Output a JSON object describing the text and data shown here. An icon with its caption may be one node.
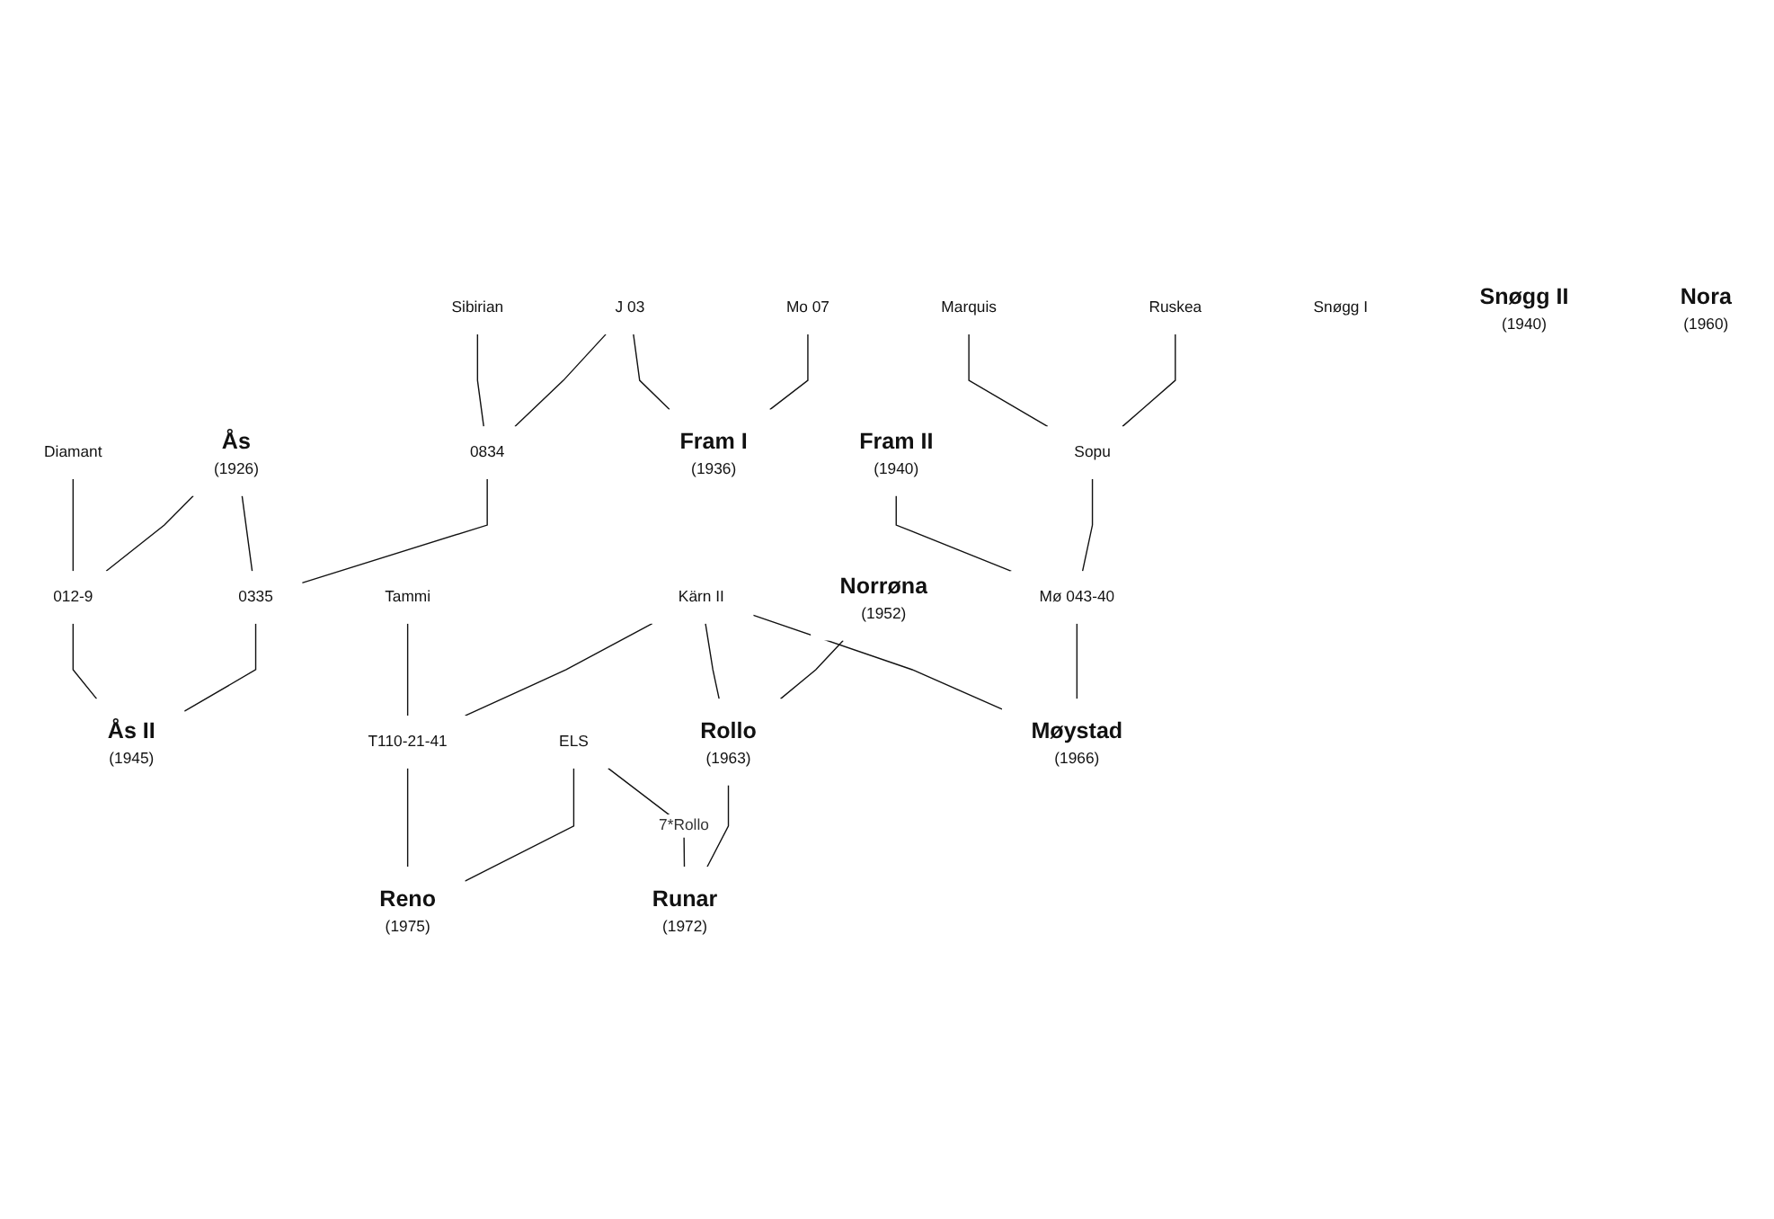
{
  "diagram": {
    "nodes": [
      {
        "text": [
          "Sibirian"
        ]
      },
      {
        "text": [
          "J 03"
        ]
      },
      {
        "text": [
          "Mo 07"
        ]
      },
      {
        "text": [
          "Marquis"
        ]
      },
      {
        "text": [
          "Ruskea"
        ]
      },
      {
        "text": [
          "Diamant"
        ]
      },
      {
        "text": [
          "Ås",
          "(1926)"
        ]
      },
      {
        "text": [
          "0834"
        ]
      },
      {
        "text": [
          "Fram I",
          "(1936)"
        ]
      },
      {
        "text": [
          "Fram II",
          "(1940)"
        ]
      },
      {
        "text": [
          "Sopu"
        ]
      },
      {
        "text": [
          "012-9"
        ]
      },
      {
        "text": [
          "0335"
        ]
      },
      {
        "text": [
          "Snøgg I"
        ]
      },
      {
        "text": [
          "Ås II",
          "(1945)"
        ]
      },
      {
        "text": [
          "Snøgg II",
          "(1940)"
        ]
      },
      {
        "text": [
          "Mø 043-40"
        ]
      },
      {
        "text": [
          "Tammi"
        ]
      },
      {
        "text": [
          "Kärn II"
        ]
      },
      {
        "text": [
          "Norrøna",
          "(1952)"
        ]
      },
      {
        "text": [
          "Nora",
          "(1960)"
        ]
      },
      {
        "text": [
          "T110-21-41"
        ]
      },
      {
        "text": [
          "ELS"
        ]
      },
      {
        "text": [
          "Rollo",
          "(1963)"
        ]
      },
      {
        "text": [
          "Møystad",
          "(1966)"
        ]
      },
      {
        "text": [
          "Reno",
          "(1975)"
        ]
      },
      {
        "text": [
          "Runar",
          "(1972)"
        ]
      }
    ],
    "edges": [
      {
        "from": 0,
        "to": 7,
        "arrow": "none"
      },
      {
        "from": 1,
        "to": 7,
        "arrow": "none"
      },
      {
        "from": 1,
        "to": 8,
        "arrow": "none"
      },
      {
        "from": 2,
        "to": 8,
        "arrow": "none"
      },
      {
        "from": 3,
        "to": 10,
        "arrow": "none"
      },
      {
        "from": 4,
        "to": 10,
        "arrow": "none"
      },
      {
        "from": 5,
        "to": 11,
        "arrow": "none"
      },
      {
        "from": 6,
        "to": 11,
        "arrow": "none"
      },
      {
        "from": 6,
        "to": 12,
        "arrow": "none"
      },
      {
        "from": 7,
        "to": 12,
        "arrow": "none"
      },
      {
        "from": 11,
        "to": 14,
        "arrow": "none"
      },
      {
        "from": 12,
        "to": 14,
        "arrow": "none"
      },
      {
        "from": 9,
        "to": 16,
        "arrow": "none"
      },
      {
        "from": 10,
        "to": 16,
        "arrow": "none"
      },
      {
        "from": 17,
        "to": 21,
        "arrow": "none"
      },
      {
        "from": 18,
        "to": 21,
        "arrow": "none"
      },
      {
        "from": 18,
        "to": 23,
        "arrow": "none"
      },
      {
        "from": 19,
        "to": 23,
        "arrow": "none"
      },
      {
        "from": 18,
        "to": 24,
        "arrow": "none"
      },
      {
        "from": 16,
        "to": 24,
        "arrow": "none"
      },
      {
        "from": 21,
        "to": 25,
        "arrow": "none"
      },
      {
        "from": 22,
        "to": 25,
        "arrow": "none"
      },
      {
        "from": 22,
        "to": 26,
        "label": "7*Rollo",
        "arrow": "none"
      },
      {
        "from": 23,
        "to": 26,
        "arrow": "none"
      }
    ]
  }
}
